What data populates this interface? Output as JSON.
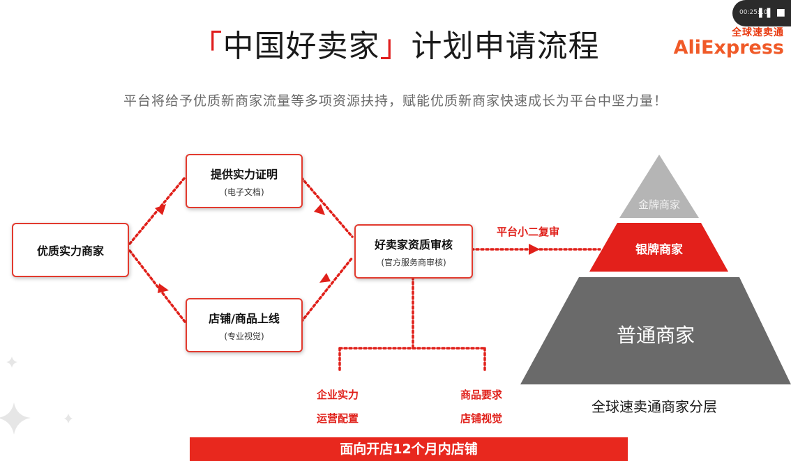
{
  "title": {
    "bracket_open": "「",
    "highlight": "中国好卖家",
    "bracket_close": "」",
    "rest": "计划申请流程"
  },
  "subtitle": "平台将给予优质新商家流量等多项资源扶持，赋能优质新商家快速成长为平台中坚力量！",
  "logo": {
    "cn": "全球速卖通",
    "en": "AliExpress"
  },
  "player": {
    "time": "00:25:10",
    "controls": "❚❚ ■"
  },
  "flow": {
    "start": {
      "main": "优质实力商家"
    },
    "proof": {
      "main": "提供实力证明",
      "sub": "(电子文档)"
    },
    "store": {
      "main": "店铺/商品上线",
      "sub": "(专业视觉)"
    },
    "review": {
      "main": "好卖家资质审核",
      "sub": "(官方服务商审核)"
    },
    "recheck_label": "平台小二复审",
    "left_req": [
      "企业实力",
      "运营配置"
    ],
    "right_req": [
      "商品要求",
      "店铺视觉"
    ]
  },
  "pyramid": {
    "gold": "金牌商家",
    "silver": "银牌商家",
    "normal": "普通商家",
    "caption": "全球速卖通商家分层",
    "colors": {
      "gold": "#b5b5b5",
      "silver": "#e3201b",
      "normal": "#6a6a6a"
    }
  },
  "bottom_bar": "面向开店12个月内店铺"
}
